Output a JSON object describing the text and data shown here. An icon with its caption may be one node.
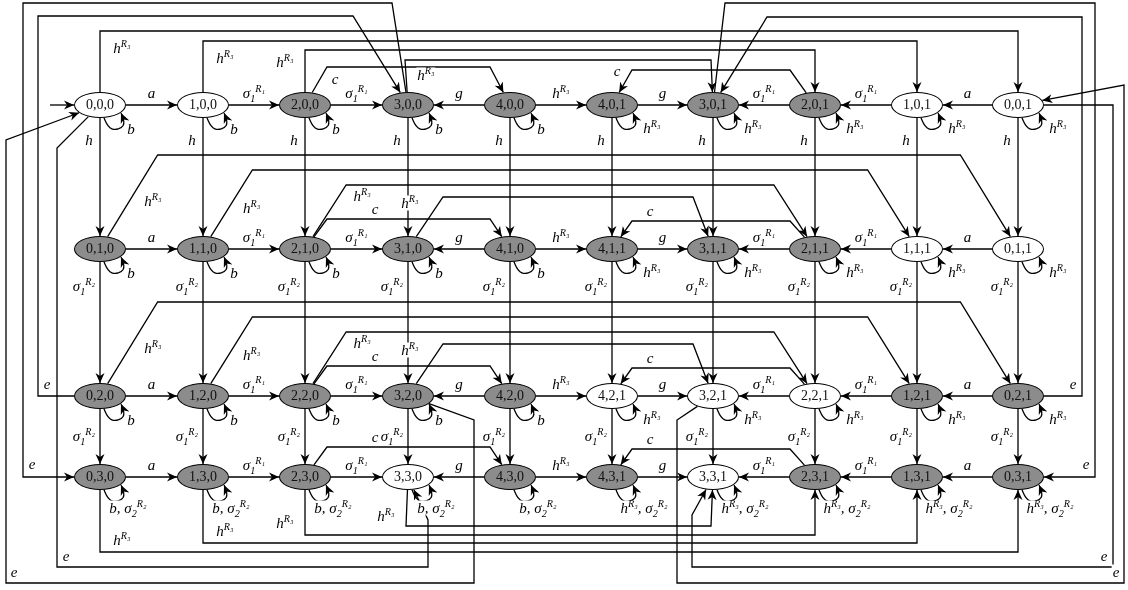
{
  "diagram": {
    "nodes": [
      {
        "text": [
          "0,0,0"
        ]
      },
      {
        "text": [
          "1,0,0"
        ]
      },
      {
        "text": [
          "2,0,0"
        ]
      },
      {
        "text": [
          "3,0,0"
        ]
      },
      {
        "text": [
          "4,0,0"
        ]
      },
      {
        "text": [
          "4,0,1"
        ]
      },
      {
        "text": [
          "3,0,1"
        ]
      },
      {
        "text": [
          "2,0,1"
        ]
      },
      {
        "text": [
          "1,0,1"
        ]
      },
      {
        "text": [
          "0,0,1"
        ]
      },
      {
        "text": [
          "0,1,0"
        ]
      },
      {
        "text": [
          "1,1,0"
        ]
      },
      {
        "text": [
          "2,1,0"
        ]
      },
      {
        "text": [
          "3,1,0"
        ]
      },
      {
        "text": [
          "4,1,0"
        ]
      },
      {
        "text": [
          "4,1,1"
        ]
      },
      {
        "text": [
          "3,1,1"
        ]
      },
      {
        "text": [
          "2,1,1"
        ]
      },
      {
        "text": [
          "1,1,1"
        ]
      },
      {
        "text": [
          "0,1,1"
        ]
      },
      {
        "text": [
          "0,2,0"
        ]
      },
      {
        "text": [
          "1,2,0"
        ]
      },
      {
        "text": [
          "2,2,0"
        ]
      },
      {
        "text": [
          "3,2,0"
        ]
      },
      {
        "text": [
          "4,2,0"
        ]
      },
      {
        "text": [
          "4,2,1"
        ]
      },
      {
        "text": [
          "3,2,1"
        ]
      },
      {
        "text": [
          "2,2,1"
        ]
      },
      {
        "text": [
          "1,2,1"
        ]
      },
      {
        "text": [
          "0,2,1"
        ]
      },
      {
        "text": [
          "0,3,0"
        ]
      },
      {
        "text": [
          "1,3,0"
        ]
      },
      {
        "text": [
          "2,3,0"
        ]
      },
      {
        "text": [
          "3,3,0"
        ]
      },
      {
        "text": [
          "4,3,0"
        ]
      },
      {
        "text": [
          "4,3,1"
        ]
      },
      {
        "text": [
          "3,3,1"
        ]
      },
      {
        "text": [
          "2,3,1"
        ]
      },
      {
        "text": [
          "1,3,1"
        ]
      },
      {
        "text": [
          "0,3,1"
        ]
      }
    ],
    "edges": [
      {
        "from": 0,
        "to": 1,
        "arrow": "to",
        "label": "a"
      },
      {
        "from": 1,
        "to": 2,
        "arrow": "to",
        "label": "σ$_{1}$$^{R₁}$"
      },
      {
        "from": 2,
        "to": 3,
        "arrow": "to",
        "label": "σ$_{1}$$^{R₁}$"
      },
      {
        "from": 4,
        "to": 3,
        "arrow": "to",
        "label": "g"
      },
      {
        "from": 4,
        "to": 5,
        "arrow": "to",
        "label": "h$^{R₃}$"
      },
      {
        "from": 5,
        "to": 6,
        "arrow": "to",
        "label": "g"
      },
      {
        "from": 7,
        "to": 6,
        "arrow": "to",
        "label": "σ$_{1}$$^{R₁}$"
      },
      {
        "from": 8,
        "to": 7,
        "arrow": "to",
        "label": "σ$_{1}$$^{R₁}$"
      },
      {
        "from": 9,
        "to": 8,
        "arrow": "to",
        "label": "a"
      },
      {
        "from": 2,
        "to": 4,
        "arrow": "to",
        "label": "c"
      },
      {
        "from": 7,
        "to": 5,
        "arrow": "to",
        "label": "c"
      },
      {
        "from": 3,
        "to": 6,
        "arrow": "to",
        "label": "h$^{R₃}$"
      },
      {
        "from": 0,
        "to": 9,
        "arrow": "to",
        "label": "h$^{R₃}$"
      },
      {
        "from": 1,
        "to": 8,
        "arrow": "to",
        "label": "h$^{R₃}$"
      },
      {
        "from": 2,
        "to": 7,
        "arrow": "to",
        "label": "h$^{R₃}$"
      },
      {
        "from": 0,
        "to": 0,
        "arrow": "to",
        "label": "b"
      },
      {
        "from": 1,
        "to": 1,
        "arrow": "to",
        "label": "b"
      },
      {
        "from": 2,
        "to": 2,
        "arrow": "to",
        "label": "b"
      },
      {
        "from": 3,
        "to": 3,
        "arrow": "to",
        "label": "b"
      },
      {
        "from": 4,
        "to": 4,
        "arrow": "to",
        "label": "b"
      },
      {
        "from": 5,
        "to": 5,
        "arrow": "to",
        "label": "h$^{R₃}$"
      },
      {
        "from": 6,
        "to": 6,
        "arrow": "to",
        "label": "h$^{R₃}$"
      },
      {
        "from": 7,
        "to": 7,
        "arrow": "to",
        "label": "h$^{R₃}$"
      },
      {
        "from": 8,
        "to": 8,
        "arrow": "to",
        "label": "h$^{R₃}$"
      },
      {
        "from": 9,
        "to": 9,
        "arrow": "to",
        "label": "h$^{R₃}$"
      },
      {
        "from": 10,
        "to": 11,
        "arrow": "to",
        "label": "a"
      },
      {
        "from": 11,
        "to": 12,
        "arrow": "to",
        "label": "σ$_{1}$$^{R₁}$"
      },
      {
        "from": 12,
        "to": 13,
        "arrow": "to",
        "label": "σ$_{1}$$^{R₁}$"
      },
      {
        "from": 14,
        "to": 13,
        "arrow": "to",
        "label": "g"
      },
      {
        "from": 14,
        "to": 15,
        "arrow": "to",
        "label": "h$^{R₃}$"
      },
      {
        "from": 15,
        "to": 16,
        "arrow": "to",
        "label": "g"
      },
      {
        "from": 17,
        "to": 16,
        "arrow": "to",
        "label": "σ$_{1}$$^{R₁}$"
      },
      {
        "from": 18,
        "to": 17,
        "arrow": "to",
        "label": "σ$_{1}$$^{R₁}$"
      },
      {
        "from": 19,
        "to": 18,
        "arrow": "to",
        "label": "a"
      },
      {
        "from": 12,
        "to": 14,
        "arrow": "to",
        "label": "c"
      },
      {
        "from": 17,
        "to": 15,
        "arrow": "to",
        "label": "c"
      },
      {
        "from": 13,
        "to": 16,
        "arrow": "to",
        "label": "h$^{R₃}$"
      },
      {
        "from": 10,
        "to": 19,
        "arrow": "to",
        "label": "h$^{R₃}$"
      },
      {
        "from": 11,
        "to": 18,
        "arrow": "to",
        "label": "h$^{R₃}$"
      },
      {
        "from": 12,
        "to": 17,
        "arrow": "to",
        "label": "h$^{R₃}$"
      },
      {
        "from": 10,
        "to": 10,
        "arrow": "to",
        "label": "b"
      },
      {
        "from": 11,
        "to": 11,
        "arrow": "to",
        "label": "b"
      },
      {
        "from": 12,
        "to": 12,
        "arrow": "to",
        "label": "b"
      },
      {
        "from": 13,
        "to": 13,
        "arrow": "to",
        "label": "b"
      },
      {
        "from": 14,
        "to": 14,
        "arrow": "to",
        "label": "b"
      },
      {
        "from": 15,
        "to": 15,
        "arrow": "to",
        "label": "h$^{R₃}$"
      },
      {
        "from": 16,
        "to": 16,
        "arrow": "to",
        "label": "h$^{R₃}$"
      },
      {
        "from": 17,
        "to": 17,
        "arrow": "to",
        "label": "h$^{R₃}$"
      },
      {
        "from": 18,
        "to": 18,
        "arrow": "to",
        "label": "h$^{R₃}$"
      },
      {
        "from": 19,
        "to": 19,
        "arrow": "to",
        "label": "h$^{R₃}$"
      },
      {
        "from": 20,
        "to": 21,
        "arrow": "to",
        "label": "a"
      },
      {
        "from": 21,
        "to": 22,
        "arrow": "to",
        "label": "σ$_{1}$$^{R₁}$"
      },
      {
        "from": 22,
        "to": 23,
        "arrow": "to",
        "label": "σ$_{1}$$^{R₁}$"
      },
      {
        "from": 24,
        "to": 23,
        "arrow": "to",
        "label": "g"
      },
      {
        "from": 24,
        "to": 25,
        "arrow": "to",
        "label": "h$^{R₃}$"
      },
      {
        "from": 25,
        "to": 26,
        "arrow": "to",
        "label": "g"
      },
      {
        "from": 27,
        "to": 26,
        "arrow": "to",
        "label": "σ$_{1}$$^{R₁}$"
      },
      {
        "from": 28,
        "to": 27,
        "arrow": "to",
        "label": "σ$_{1}$$^{R₁}$"
      },
      {
        "from": 29,
        "to": 28,
        "arrow": "to",
        "label": "a"
      },
      {
        "from": 22,
        "to": 24,
        "arrow": "to",
        "label": "c"
      },
      {
        "from": 27,
        "to": 25,
        "arrow": "to",
        "label": "c"
      },
      {
        "from": 23,
        "to": 26,
        "arrow": "to",
        "label": "h$^{R₃}$"
      },
      {
        "from": 20,
        "to": 29,
        "arrow": "to",
        "label": "h$^{R₃}$"
      },
      {
        "from": 21,
        "to": 28,
        "arrow": "to",
        "label": "h$^{R₃}$"
      },
      {
        "from": 22,
        "to": 27,
        "arrow": "to",
        "label": "h$^{R₃}$"
      },
      {
        "from": 20,
        "to": 20,
        "arrow": "to",
        "label": "b"
      },
      {
        "from": 21,
        "to": 21,
        "arrow": "to",
        "label": "b"
      },
      {
        "from": 22,
        "to": 22,
        "arrow": "to",
        "label": "b"
      },
      {
        "from": 23,
        "to": 23,
        "arrow": "to",
        "label": "b"
      },
      {
        "from": 24,
        "to": 24,
        "arrow": "to",
        "label": "b"
      },
      {
        "from": 25,
        "to": 25,
        "arrow": "to",
        "label": "h$^{R₃}$"
      },
      {
        "from": 26,
        "to": 26,
        "arrow": "to",
        "label": "h$^{R₃}$"
      },
      {
        "from": 27,
        "to": 27,
        "arrow": "to",
        "label": "h$^{R₃}$"
      },
      {
        "from": 28,
        "to": 28,
        "arrow": "to",
        "label": "h$^{R₃}$"
      },
      {
        "from": 29,
        "to": 29,
        "arrow": "to",
        "label": "h$^{R₃}$"
      },
      {
        "from": 30,
        "to": 31,
        "arrow": "to",
        "label": "a"
      },
      {
        "from": 31,
        "to": 32,
        "arrow": "to",
        "label": "σ$_{1}$$^{R₁}$"
      },
      {
        "from": 32,
        "to": 33,
        "arrow": "to",
        "label": "σ$_{1}$$^{R₁}$"
      },
      {
        "from": 34,
        "to": 33,
        "arrow": "to",
        "label": "g"
      },
      {
        "from": 34,
        "to": 35,
        "arrow": "to",
        "label": "h$^{R₃}$"
      },
      {
        "from": 35,
        "to": 36,
        "arrow": "to",
        "label": "g"
      },
      {
        "from": 37,
        "to": 36,
        "arrow": "to",
        "label": "σ$_{1}$$^{R₁}$"
      },
      {
        "from": 38,
        "to": 37,
        "arrow": "to",
        "label": "σ$_{1}$$^{R₁}$"
      },
      {
        "from": 39,
        "to": 38,
        "arrow": "to",
        "label": "a"
      },
      {
        "from": 32,
        "to": 34,
        "arrow": "to",
        "label": "c"
      },
      {
        "from": 37,
        "to": 35,
        "arrow": "to",
        "label": "c"
      },
      {
        "from": 33,
        "to": 36,
        "arrow": "to",
        "label": "h$^{R₃}$"
      },
      {
        "from": 30,
        "to": 39,
        "arrow": "to",
        "label": "h$^{R₃}$"
      },
      {
        "from": 31,
        "to": 38,
        "arrow": "to",
        "label": "h$^{R₃}$"
      },
      {
        "from": 32,
        "to": 37,
        "arrow": "to",
        "label": "h$^{R₃}$"
      },
      {
        "from": 30,
        "to": 30,
        "arrow": "to",
        "label": "b, σ$_{2}$$^{R₂}$"
      },
      {
        "from": 31,
        "to": 31,
        "arrow": "to",
        "label": "b, σ$_{2}$$^{R₂}$"
      },
      {
        "from": 32,
        "to": 32,
        "arrow": "to",
        "label": "b, σ$_{2}$$^{R₂}$"
      },
      {
        "from": 33,
        "to": 33,
        "arrow": "to",
        "label": "b, σ$_{2}$$^{R₂}$"
      },
      {
        "from": 34,
        "to": 34,
        "arrow": "to",
        "label": "b, σ$_{2}$$^{R₂}$"
      },
      {
        "from": 35,
        "to": 35,
        "arrow": "to",
        "label": "h$^{R₃}$, σ$_{2}$$^{R₂}$"
      },
      {
        "from": 36,
        "to": 36,
        "arrow": "to",
        "label": "h$^{R₃}$, σ$_{2}$$^{R₂}$"
      },
      {
        "from": 37,
        "to": 37,
        "arrow": "to",
        "label": "h$^{R₃}$, σ$_{2}$$^{R₂}$"
      },
      {
        "from": 38,
        "to": 38,
        "arrow": "to",
        "label": "h$^{R₃}$, σ$_{2}$$^{R₂}$"
      },
      {
        "from": 39,
        "to": 39,
        "arrow": "to",
        "label": "h$^{R₃}$, σ$_{2}$$^{R₂}$"
      },
      {
        "from": 0,
        "to": 10,
        "arrow": "to",
        "label": "h"
      },
      {
        "from": 1,
        "to": 11,
        "arrow": "to",
        "label": "h"
      },
      {
        "from": 2,
        "to": 12,
        "arrow": "to",
        "label": "h"
      },
      {
        "from": 3,
        "to": 13,
        "arrow": "to",
        "label": "h"
      },
      {
        "from": 4,
        "to": 14,
        "arrow": "to",
        "label": "h"
      },
      {
        "from": 5,
        "to": 15,
        "arrow": "to",
        "label": "h"
      },
      {
        "from": 6,
        "to": 16,
        "arrow": "to",
        "label": "h"
      },
      {
        "from": 7,
        "to": 17,
        "arrow": "to",
        "label": "h"
      },
      {
        "from": 8,
        "to": 18,
        "arrow": "to",
        "label": "h"
      },
      {
        "from": 9,
        "to": 19,
        "arrow": "to",
        "label": "h"
      },
      {
        "from": 10,
        "to": 20,
        "arrow": "to",
        "label": "σ$_{1}$$^{R₂}$"
      },
      {
        "from": 11,
        "to": 21,
        "arrow": "to",
        "label": "σ$_{1}$$^{R₂}$"
      },
      {
        "from": 12,
        "to": 22,
        "arrow": "to",
        "label": "σ$_{1}$$^{R₂}$"
      },
      {
        "from": 13,
        "to": 23,
        "arrow": "to",
        "label": "σ$_{1}$$^{R₂}$"
      },
      {
        "from": 14,
        "to": 24,
        "arrow": "to",
        "label": "σ$_{1}$$^{R₂}$"
      },
      {
        "from": 15,
        "to": 25,
        "arrow": "to",
        "label": "σ$_{1}$$^{R₂}$"
      },
      {
        "from": 16,
        "to": 26,
        "arrow": "to",
        "label": "σ$_{1}$$^{R₂}$"
      },
      {
        "from": 17,
        "to": 27,
        "arrow": "to",
        "label": "σ$_{1}$$^{R₂}$"
      },
      {
        "from": 18,
        "to": 28,
        "arrow": "to",
        "label": "σ$_{1}$$^{R₂}$"
      },
      {
        "from": 19,
        "to": 29,
        "arrow": "to",
        "label": "σ$_{1}$$^{R₂}$"
      },
      {
        "from": 20,
        "to": 30,
        "arrow": "to",
        "label": "σ$_{1}$$^{R₂}$"
      },
      {
        "from": 21,
        "to": 31,
        "arrow": "to",
        "label": "σ$_{1}$$^{R₂}$"
      },
      {
        "from": 22,
        "to": 32,
        "arrow": "to",
        "label": "σ$_{1}$$^{R₂}$"
      },
      {
        "from": 23,
        "to": 33,
        "arrow": "to",
        "label": "σ$_{1}$$^{R₂}$"
      },
      {
        "from": 24,
        "to": 34,
        "arrow": "to",
        "label": "σ$_{1}$$^{R₂}$"
      },
      {
        "from": 25,
        "to": 35,
        "arrow": "to",
        "label": "σ$_{1}$$^{R₂}$"
      },
      {
        "from": 26,
        "to": 36,
        "arrow": "to",
        "label": "σ$_{1}$$^{R₂}$"
      },
      {
        "from": 27,
        "to": 37,
        "arrow": "to",
        "label": "σ$_{1}$$^{R₂}$"
      },
      {
        "from": 28,
        "to": 38,
        "arrow": "to",
        "label": "σ$_{1}$$^{R₂}$"
      },
      {
        "from": 29,
        "to": 39,
        "arrow": "to",
        "label": "σ$_{1}$$^{R₂}$"
      },
      {
        "from": null,
        "to": 0,
        "arrow": "to"
      },
      {
        "from": 20,
        "to": 3,
        "arrow": "to",
        "label": "e"
      },
      {
        "from": 3,
        "to": 30,
        "arrow": "to",
        "label": "e"
      },
      {
        "from": 23,
        "to": 0,
        "arrow": "to",
        "label": "e"
      },
      {
        "from": 0,
        "to": 33,
        "arrow": "to",
        "label": "e"
      },
      {
        "from": 29,
        "to": 6,
        "arrow": "to",
        "label": "e"
      },
      {
        "from": 6,
        "to": 39,
        "arrow": "to",
        "label": "e"
      },
      {
        "from": 26,
        "to": 9,
        "arrow": "to",
        "label": "e"
      },
      {
        "from": 9,
        "to": 36,
        "arrow": "to",
        "label": "e"
      }
    ]
  }
}
